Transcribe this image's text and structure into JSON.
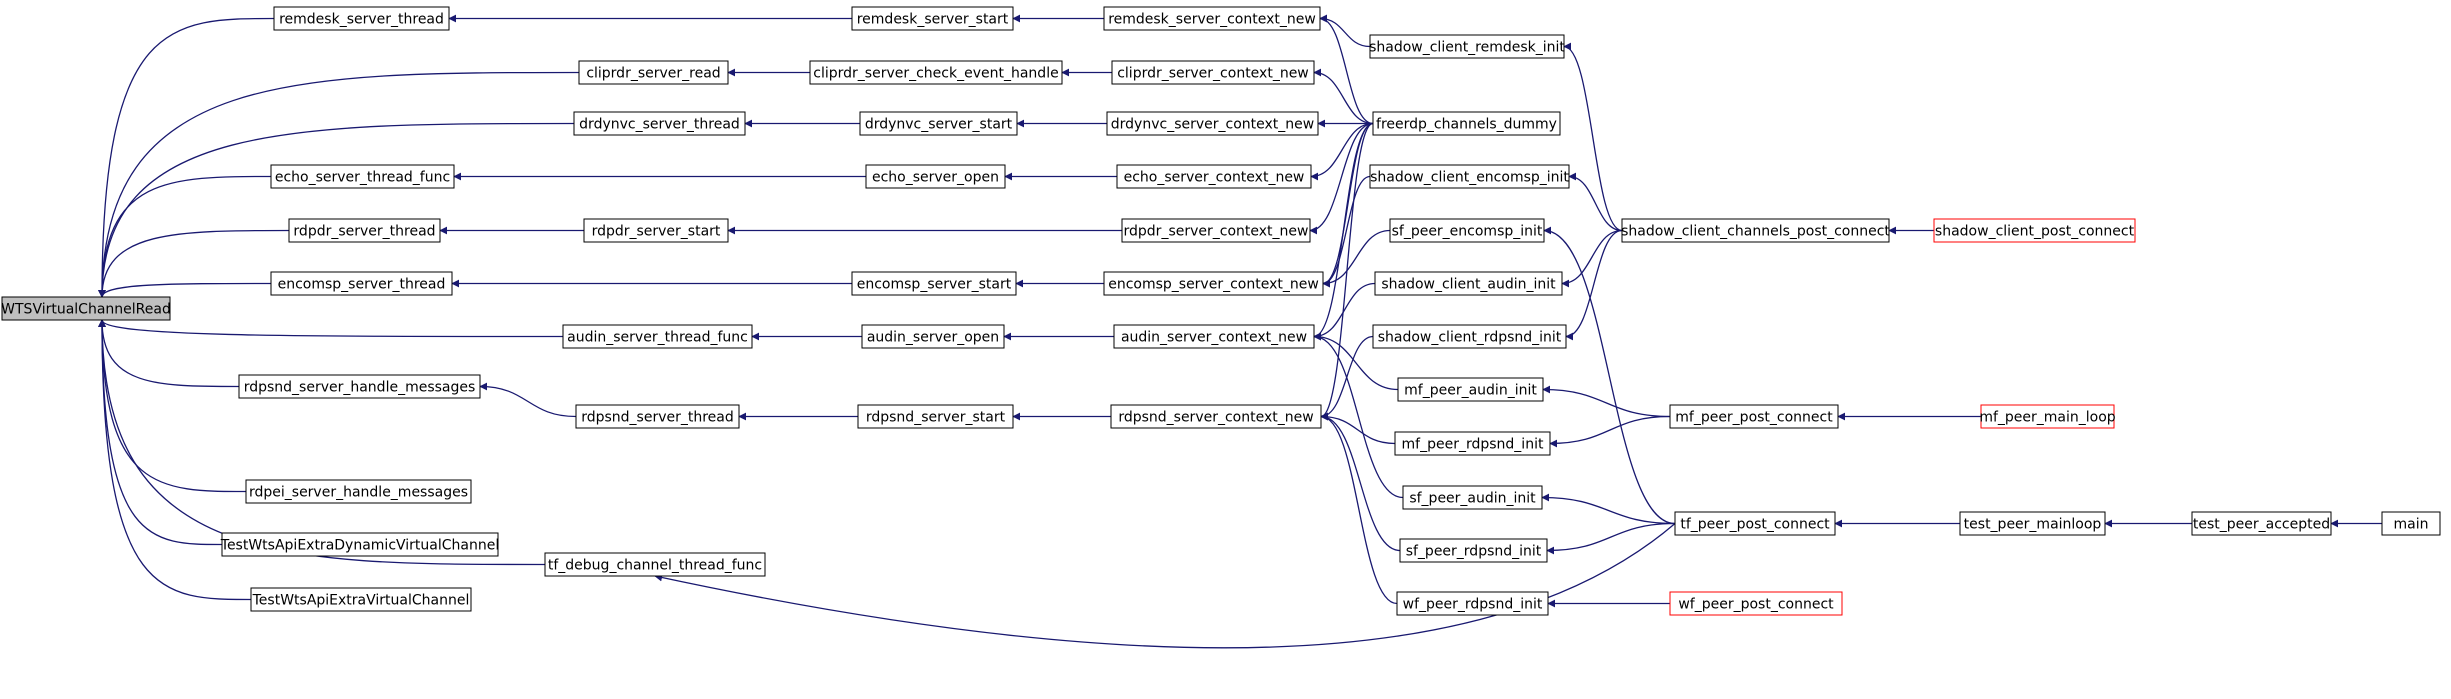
{
  "colors": {
    "edge": "#191970",
    "node_border": "#000000",
    "truncated_border": "#ff0000",
    "root_fill": "#bfbfbf",
    "node_fill": "#ffffff"
  },
  "nodes": [
    {
      "id": "wts",
      "label": "WTSVirtualChannelRead",
      "root": true
    },
    {
      "id": "remdesk_thread",
      "label": "remdesk_server_thread"
    },
    {
      "id": "cliprdr_read",
      "label": "cliprdr_server_read"
    },
    {
      "id": "drdynvc_thread",
      "label": "drdynvc_server_thread"
    },
    {
      "id": "echo_thread",
      "label": "echo_server_thread_func"
    },
    {
      "id": "rdpdr_thread",
      "label": "rdpdr_server_thread"
    },
    {
      "id": "encomsp_thread",
      "label": "encomsp_server_thread"
    },
    {
      "id": "audin_thread",
      "label": "audin_server_thread_func"
    },
    {
      "id": "rdpsnd_handle",
      "label": "rdpsnd_server_handle_messages"
    },
    {
      "id": "rdpei_handle",
      "label": "rdpei_server_handle_messages"
    },
    {
      "id": "test_dyn",
      "label": "TestWtsApiExtraDynamicVirtualChannel"
    },
    {
      "id": "test_vc",
      "label": "TestWtsApiExtraVirtualChannel"
    },
    {
      "id": "tf_debug",
      "label": "tf_debug_channel_thread_func"
    },
    {
      "id": "remdesk_start",
      "label": "remdesk_server_start"
    },
    {
      "id": "cliprdr_check",
      "label": "cliprdr_server_check_event_handle"
    },
    {
      "id": "drdynvc_start",
      "label": "drdynvc_server_start"
    },
    {
      "id": "echo_open",
      "label": "echo_server_open"
    },
    {
      "id": "rdpdr_start",
      "label": "rdpdr_server_start"
    },
    {
      "id": "encomsp_start",
      "label": "encomsp_server_start"
    },
    {
      "id": "audin_open",
      "label": "audin_server_open"
    },
    {
      "id": "rdpsnd_thread",
      "label": "rdpsnd_server_thread"
    },
    {
      "id": "rdpsnd_start",
      "label": "rdpsnd_server_start"
    },
    {
      "id": "remdesk_ctx",
      "label": "remdesk_server_context_new"
    },
    {
      "id": "cliprdr_ctx",
      "label": "cliprdr_server_context_new"
    },
    {
      "id": "drdynvc_ctx",
      "label": "drdynvc_server_context_new"
    },
    {
      "id": "echo_ctx",
      "label": "echo_server_context_new"
    },
    {
      "id": "rdpdr_ctx",
      "label": "rdpdr_server_context_new"
    },
    {
      "id": "encomsp_ctx",
      "label": "encomsp_server_context_new"
    },
    {
      "id": "audin_ctx",
      "label": "audin_server_context_new"
    },
    {
      "id": "rdpsnd_ctx",
      "label": "rdpsnd_server_context_new"
    },
    {
      "id": "sc_remdesk",
      "label": "shadow_client_remdesk_init"
    },
    {
      "id": "fr_dummy",
      "label": "freerdp_channels_dummy"
    },
    {
      "id": "sc_encomsp",
      "label": "shadow_client_encomsp_init"
    },
    {
      "id": "sf_encomsp",
      "label": "sf_peer_encomsp_init"
    },
    {
      "id": "sc_audin",
      "label": "shadow_client_audin_init"
    },
    {
      "id": "sc_rdpsnd",
      "label": "shadow_client_rdpsnd_init"
    },
    {
      "id": "mf_audin",
      "label": "mf_peer_audin_init"
    },
    {
      "id": "mf_rdpsnd",
      "label": "mf_peer_rdpsnd_init"
    },
    {
      "id": "sf_audin",
      "label": "sf_peer_audin_init"
    },
    {
      "id": "sf_rdpsnd",
      "label": "sf_peer_rdpsnd_init"
    },
    {
      "id": "wf_rdpsnd",
      "label": "wf_peer_rdpsnd_init"
    },
    {
      "id": "sc_post",
      "label": "shadow_client_channels_post_connect"
    },
    {
      "id": "mf_post",
      "label": "mf_peer_post_connect"
    },
    {
      "id": "tf_post",
      "label": "tf_peer_post_connect"
    },
    {
      "id": "wf_post",
      "label": "wf_peer_post_connect",
      "truncated": true
    },
    {
      "id": "shadow_post",
      "label": "shadow_client_post_connect",
      "truncated": true
    },
    {
      "id": "mf_loop",
      "label": "mf_peer_main_loop",
      "truncated": true
    },
    {
      "id": "test_mainloop",
      "label": "test_peer_mainloop"
    },
    {
      "id": "test_accepted",
      "label": "test_peer_accepted"
    },
    {
      "id": "main",
      "label": "main"
    }
  ],
  "edges": [
    [
      "remdesk_thread",
      "wts"
    ],
    [
      "cliprdr_read",
      "wts"
    ],
    [
      "drdynvc_thread",
      "wts"
    ],
    [
      "echo_thread",
      "wts"
    ],
    [
      "rdpdr_thread",
      "wts"
    ],
    [
      "encomsp_thread",
      "wts"
    ],
    [
      "audin_thread",
      "wts"
    ],
    [
      "rdpsnd_handle",
      "wts"
    ],
    [
      "rdpei_handle",
      "wts"
    ],
    [
      "test_dyn",
      "wts"
    ],
    [
      "test_vc",
      "wts"
    ],
    [
      "tf_debug",
      "wts"
    ],
    [
      "remdesk_start",
      "remdesk_thread"
    ],
    [
      "cliprdr_check",
      "cliprdr_read"
    ],
    [
      "drdynvc_start",
      "drdynvc_thread"
    ],
    [
      "echo_open",
      "echo_thread"
    ],
    [
      "rdpdr_start",
      "rdpdr_thread"
    ],
    [
      "encomsp_start",
      "encomsp_thread"
    ],
    [
      "audin_open",
      "audin_thread"
    ],
    [
      "rdpsnd_thread",
      "rdpsnd_handle"
    ],
    [
      "rdpsnd_start",
      "rdpsnd_thread"
    ],
    [
      "remdesk_ctx",
      "remdesk_start"
    ],
    [
      "cliprdr_ctx",
      "cliprdr_check"
    ],
    [
      "drdynvc_ctx",
      "drdynvc_start"
    ],
    [
      "echo_ctx",
      "echo_open"
    ],
    [
      "rdpdr_ctx",
      "rdpdr_start"
    ],
    [
      "encomsp_ctx",
      "encomsp_start"
    ],
    [
      "audin_ctx",
      "audin_open"
    ],
    [
      "rdpsnd_ctx",
      "rdpsnd_start"
    ],
    [
      "sc_remdesk",
      "remdesk_ctx"
    ],
    [
      "fr_dummy",
      "remdesk_ctx"
    ],
    [
      "fr_dummy",
      "cliprdr_ctx"
    ],
    [
      "fr_dummy",
      "drdynvc_ctx"
    ],
    [
      "fr_dummy",
      "echo_ctx"
    ],
    [
      "fr_dummy",
      "rdpdr_ctx"
    ],
    [
      "fr_dummy",
      "encomsp_ctx"
    ],
    [
      "fr_dummy",
      "audin_ctx"
    ],
    [
      "fr_dummy",
      "rdpsnd_ctx"
    ],
    [
      "sc_encomsp",
      "encomsp_ctx"
    ],
    [
      "sf_encomsp",
      "encomsp_ctx"
    ],
    [
      "sc_audin",
      "audin_ctx"
    ],
    [
      "mf_audin",
      "audin_ctx"
    ],
    [
      "sf_audin",
      "audin_ctx"
    ],
    [
      "sc_rdpsnd",
      "rdpsnd_ctx"
    ],
    [
      "mf_rdpsnd",
      "rdpsnd_ctx"
    ],
    [
      "sf_rdpsnd",
      "rdpsnd_ctx"
    ],
    [
      "wf_rdpsnd",
      "rdpsnd_ctx"
    ],
    [
      "sc_post",
      "sc_remdesk"
    ],
    [
      "sc_post",
      "sc_encomsp"
    ],
    [
      "sc_post",
      "sc_audin"
    ],
    [
      "sc_post",
      "sc_rdpsnd"
    ],
    [
      "mf_post",
      "mf_audin"
    ],
    [
      "mf_post",
      "mf_rdpsnd"
    ],
    [
      "tf_post",
      "sf_encomsp"
    ],
    [
      "tf_post",
      "sf_audin"
    ],
    [
      "tf_post",
      "sf_rdpsnd"
    ],
    [
      "tf_post",
      "tf_debug"
    ],
    [
      "wf_post",
      "wf_rdpsnd"
    ],
    [
      "shadow_post",
      "sc_post"
    ],
    [
      "mf_loop",
      "mf_post"
    ],
    [
      "test_mainloop",
      "tf_post"
    ],
    [
      "test_accepted",
      "test_mainloop"
    ],
    [
      "main",
      "test_accepted"
    ]
  ]
}
